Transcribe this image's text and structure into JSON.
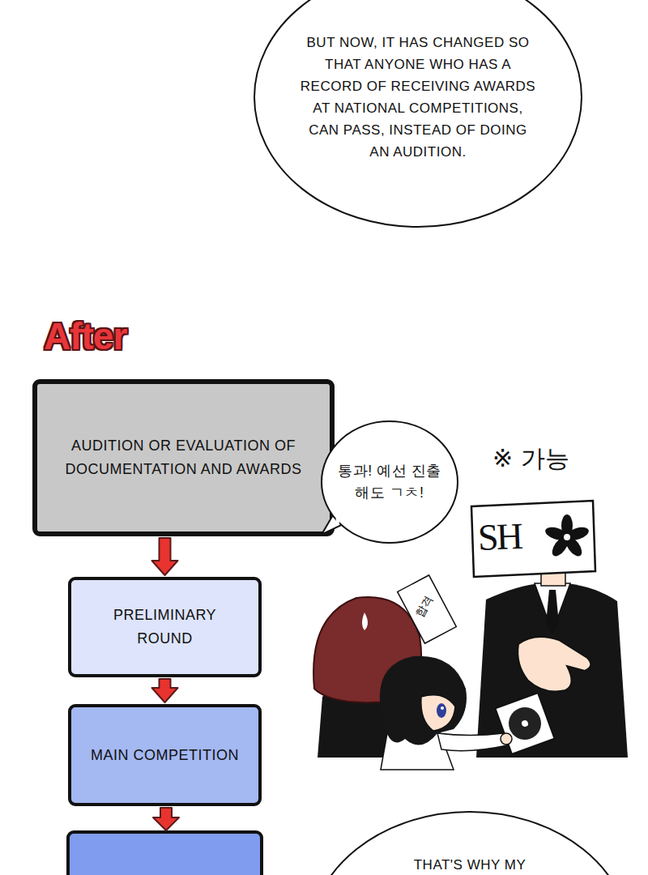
{
  "diagram": {
    "title": "After",
    "nodes": [
      {
        "text": [
          "BUT NOW, IT HAS CHANGED SO THAT ANYONE WHO HAS A RECORD OF RECEIVING AWARDS AT NATIONAL COMPETITIONS, CAN PASS, INSTEAD OF DOING AN AUDITION."
        ]
      },
      {
        "text": [
          "AUDITION OR EVALUATION OF DOCUMENTATION AND AWARDS"
        ]
      },
      {
        "text": [
          "통과! 예선 진출해도 ㄱㅊ!"
        ]
      },
      {
        "text": [
          "PRELIMINARY ROUND"
        ]
      },
      {
        "text": [
          "MAIN COMPETITION"
        ]
      },
      {
        "text": [
          "THAT'S WHY MY"
        ]
      }
    ],
    "edges": [
      {
        "from": 1,
        "to": 3,
        "arrow": "to"
      },
      {
        "from": 3,
        "to": 4,
        "arrow": "to"
      }
    ],
    "labels": [
      "※ 가능",
      "SH",
      "합격"
    ]
  }
}
